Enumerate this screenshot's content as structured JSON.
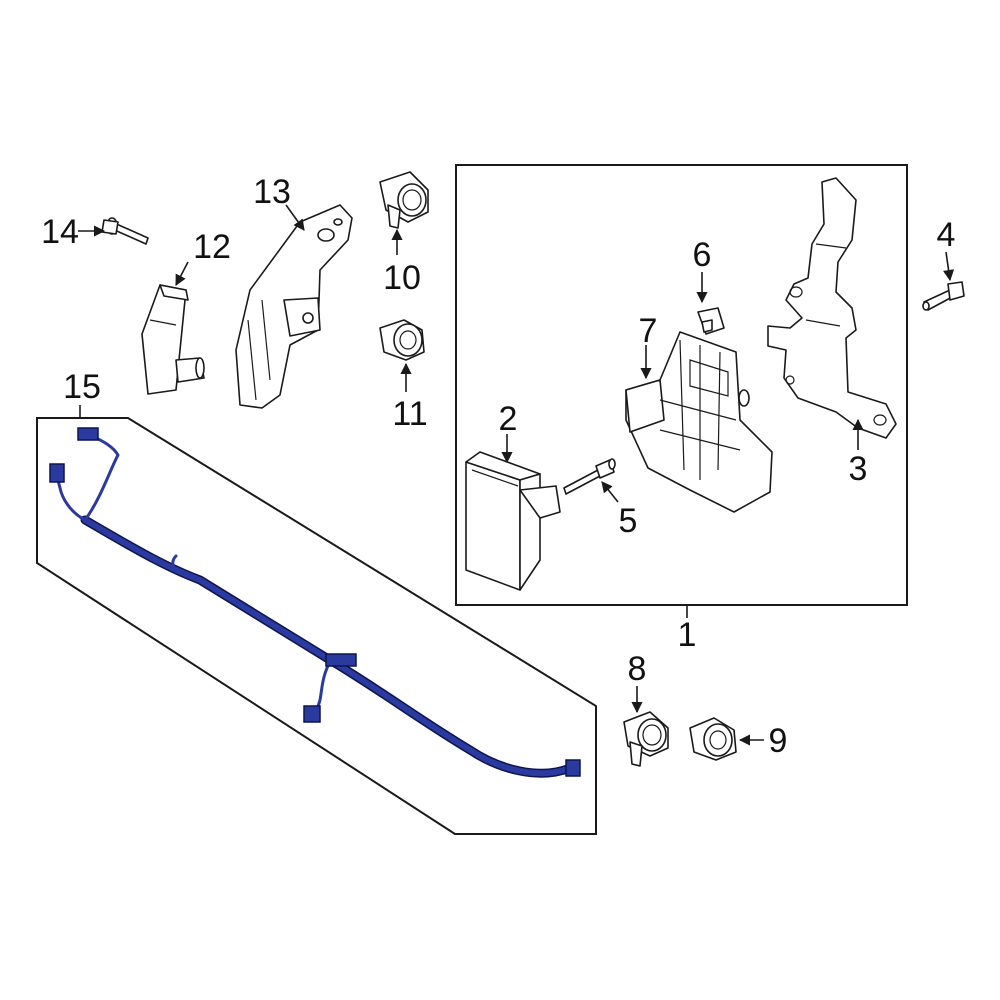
{
  "colors": {
    "harness": "#2b3a9e",
    "harness_outline": "#0d1450",
    "line": "#1a1a1a",
    "background": "#ffffff"
  },
  "callouts": {
    "c1": "1",
    "c2": "2",
    "c3": "3",
    "c4": "4",
    "c5": "5",
    "c6": "6",
    "c7": "7",
    "c8": "8",
    "c9": "9",
    "c10": "10",
    "c11": "11",
    "c12": "12",
    "c13": "13",
    "c14": "14",
    "c15": "15"
  }
}
